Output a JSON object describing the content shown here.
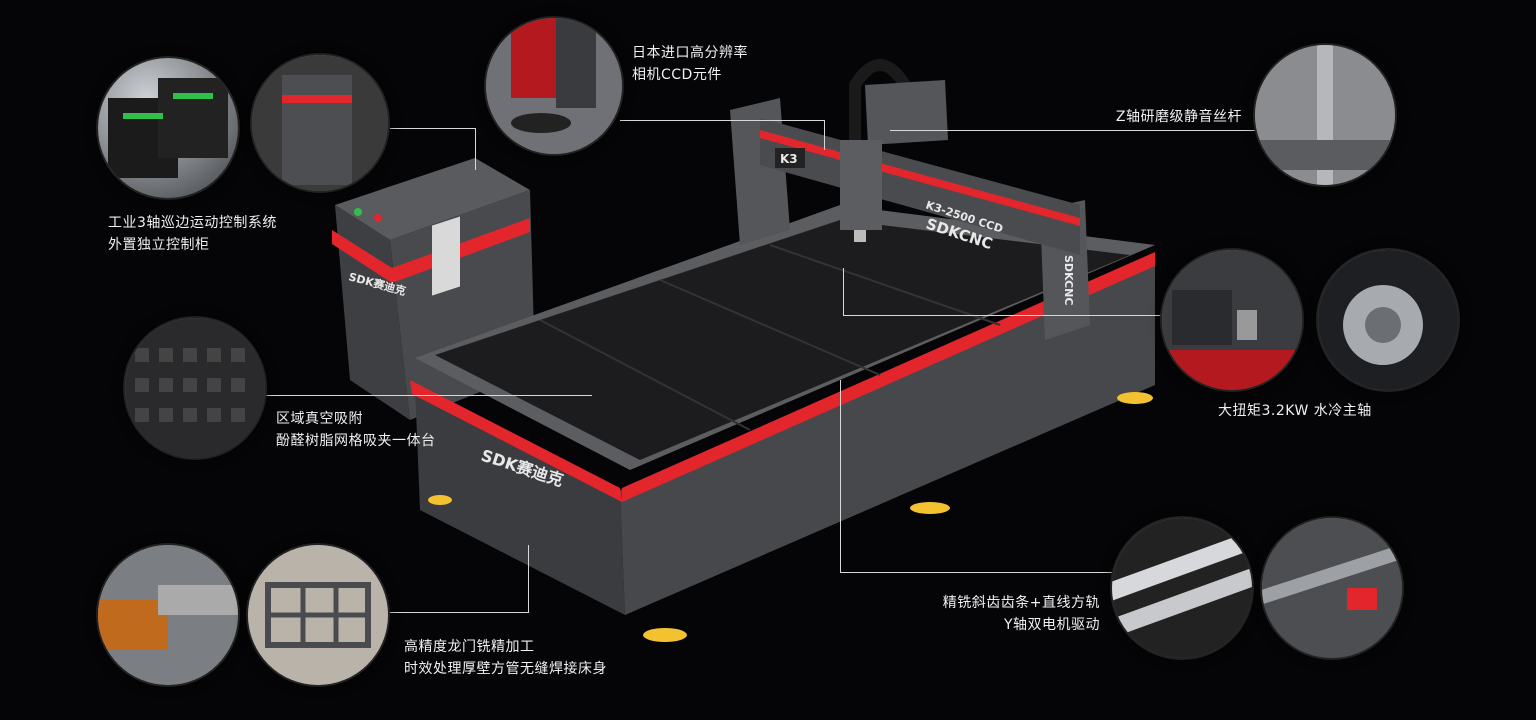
{
  "product": {
    "brand_text": "SDKCNC",
    "model_badge": "K3",
    "model_plate": "K3-2500 CCD",
    "side_brand": "SDK赛迪克",
    "cabinet_brand": "SDK赛迪克"
  },
  "features": [
    {
      "id": "control",
      "line1": "工业3轴巡边运动控制系统",
      "line2": "外置独立控制柜"
    },
    {
      "id": "camera",
      "line1": "日本进口高分辨率",
      "line2": "相机CCD元件"
    },
    {
      "id": "zaxis",
      "line1": "Z轴研磨级静音丝杆",
      "line2": ""
    },
    {
      "id": "vacuum",
      "line1": "区域真空吸附",
      "line2": "酚醛树脂网格吸夹一体台"
    },
    {
      "id": "spindle",
      "line1": "大扭矩3.2KW 水冷主轴",
      "line2": ""
    },
    {
      "id": "rack",
      "line1": "精铣斜齿齿条+直线方轨",
      "line2": "Y轴双电机驱动"
    },
    {
      "id": "frame",
      "line1": "高精度龙门铣精加工",
      "line2": "时效处理厚壁方管无缝焊接床身"
    }
  ],
  "colors": {
    "background": "#050507",
    "machine_body": "#4a4b4f",
    "accent_red": "#e3262c",
    "table": "#1c1c1e",
    "feet": "#f2c230"
  }
}
